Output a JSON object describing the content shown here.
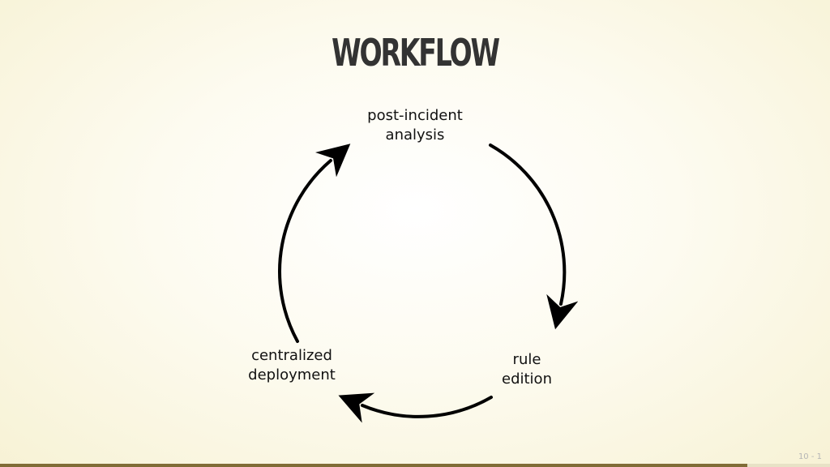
{
  "slide": {
    "title": "WORKFLOW",
    "slide_number": "10 - 1",
    "progress": 0.9
  },
  "diagram": {
    "type": "cycle",
    "nodes": [
      {
        "id": "analysis",
        "label": "post-incident\nanalysis"
      },
      {
        "id": "edition",
        "label": "rule\nedition"
      },
      {
        "id": "deployment",
        "label": "centralized\ndeployment"
      }
    ],
    "edges": [
      {
        "from": "analysis",
        "to": "edition"
      },
      {
        "from": "edition",
        "to": "deployment"
      },
      {
        "from": "deployment",
        "to": "analysis"
      }
    ],
    "colors": {
      "arrow": "#000000",
      "text": "#111111",
      "title": "#333333"
    }
  }
}
